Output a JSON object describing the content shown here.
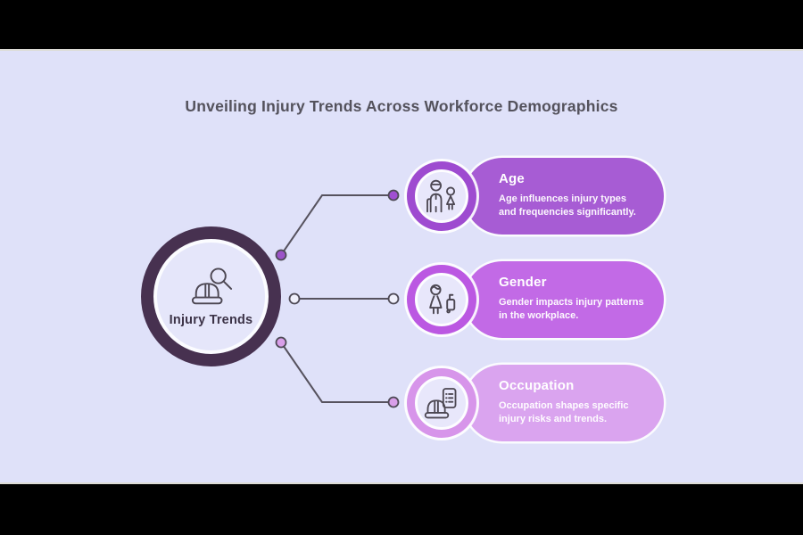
{
  "header": {
    "title": "Unveiling Injury Trends Across Workforce Demographics"
  },
  "center_node": {
    "label": "Injury Trends",
    "icon": "hardhat-magnifier-icon",
    "ring_color": "#473150",
    "fill_color": "#e5e6fa"
  },
  "branches": [
    {
      "title": "Age",
      "description": "Age influences injury types and frequencies significantly.",
      "icon": "elder-and-child-icon",
      "pill_color": "#a75cd4",
      "ring_color": "#9e4bd0",
      "connector_dot_color": "#9c53c8"
    },
    {
      "title": "Gender",
      "description": "Gender impacts injury patterns in the workplace.",
      "icon": "woman-with-luggage-icon",
      "pill_color": "#c26ae6",
      "ring_color": "#bb58e2",
      "connector_dot_color": "#f0f0fb"
    },
    {
      "title": "Occupation",
      "description": "Occupation shapes specific injury risks and trends.",
      "icon": "hardhat-and-clipboard-icon",
      "pill_color": "#daa4ef",
      "ring_color": "#d795ea",
      "connector_dot_color": "#d89fe9"
    }
  ],
  "style_tokens": {
    "slide_background": "#dfe1f9",
    "letterbox_color": "#000000",
    "connector_line_color": "#56525e",
    "title_text_color": "#54525c",
    "center_label_color": "#3c3347"
  }
}
